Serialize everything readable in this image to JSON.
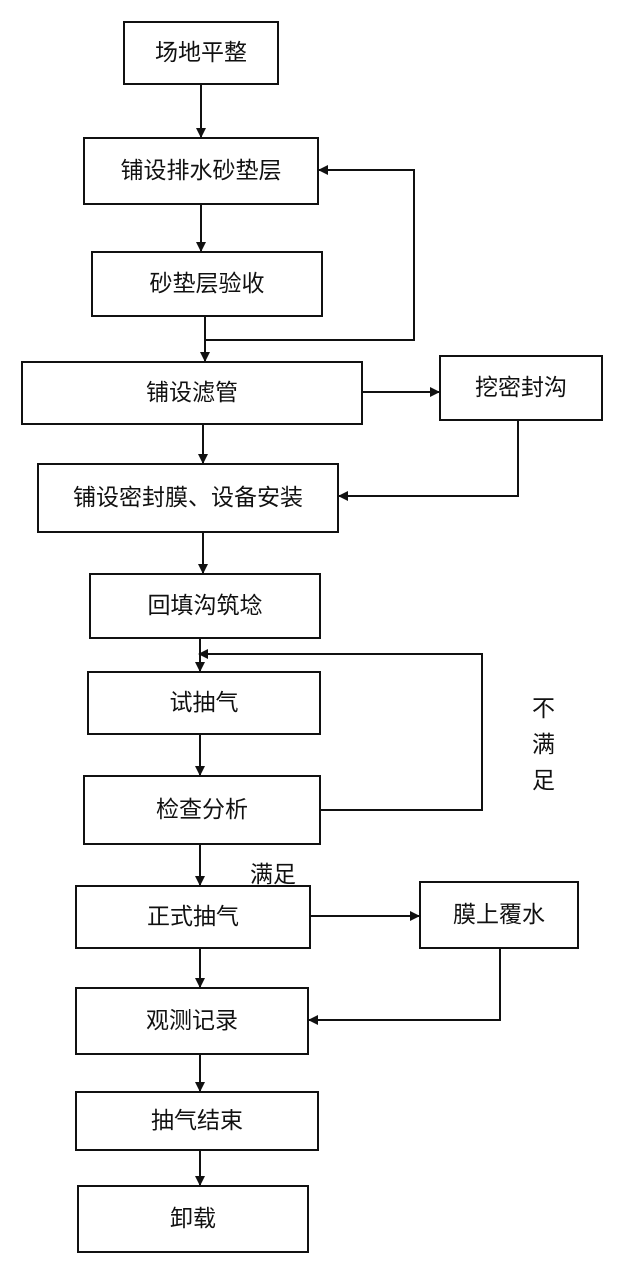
{
  "steps": {
    "site_leveling": "场地平整",
    "lay_sand_cushion": "铺设排水砂垫层",
    "sand_cushion_acceptance": "砂垫层验收",
    "lay_filter_pipe": "铺设滤管",
    "dig_seal_trench": "挖密封沟",
    "lay_seal_membrane": "铺设密封膜、设备安装",
    "backfill_trench": "回填沟筑埝",
    "trial_pumping": "试抽气",
    "inspection_analysis": "检查分析",
    "formal_pumping": "正式抽气",
    "water_on_membrane": "膜上覆水",
    "observation_record": "观测记录",
    "pumping_end": "抽气结束",
    "unloading": "卸载"
  },
  "labels": {
    "not_satisfied": [
      "不",
      "满",
      "足"
    ],
    "satisfied": "满足"
  }
}
